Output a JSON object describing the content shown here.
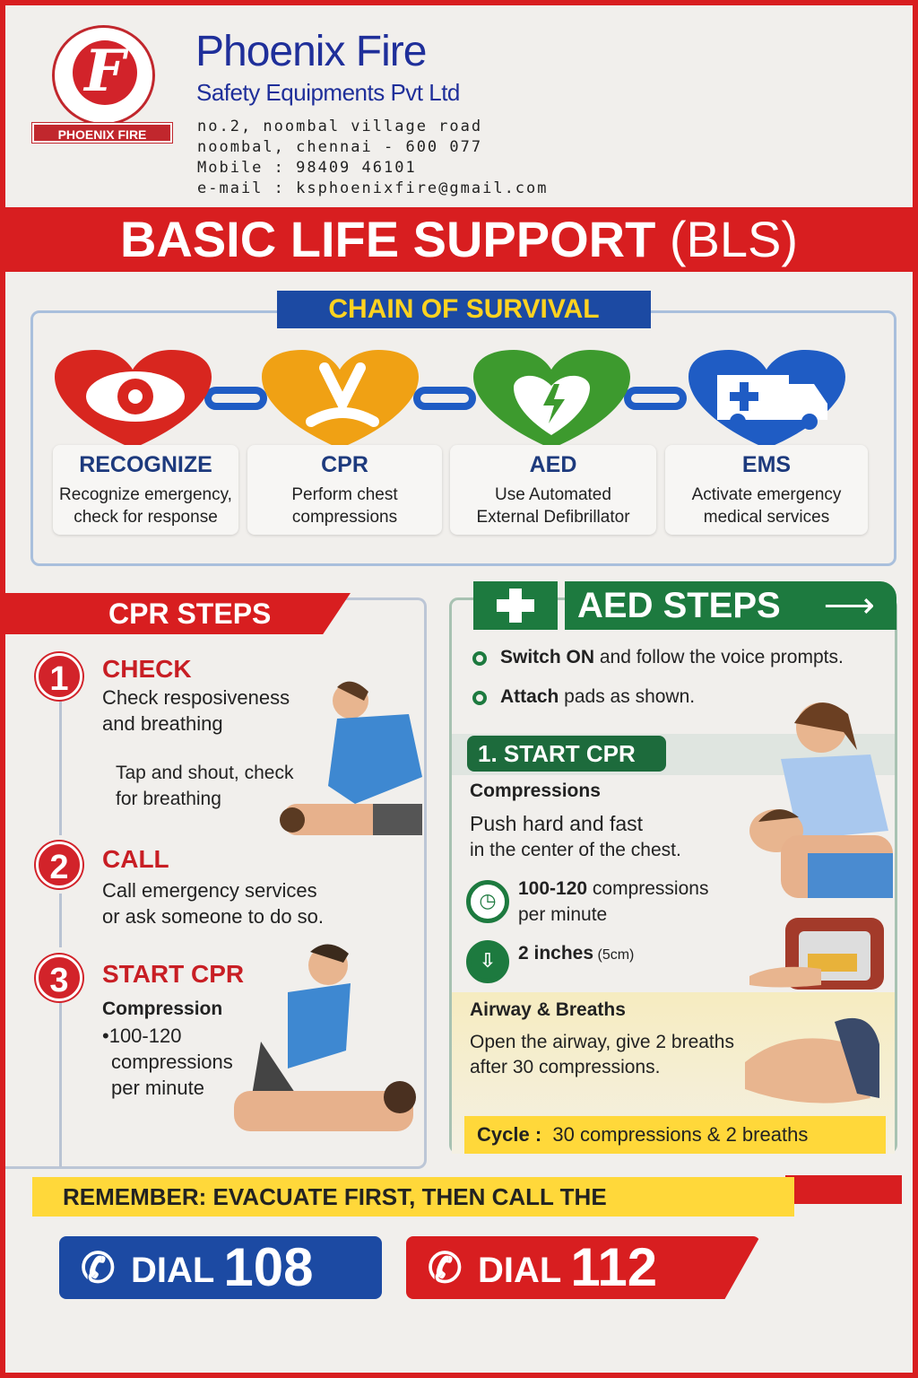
{
  "header": {
    "logo_text": "PHOENIX FIRE",
    "logo_letter": "F",
    "company_name": "Phoenix Fire",
    "company_sub": "Safety Equipments Pvt Ltd",
    "address_line1": "no.2, noombal village road",
    "address_line2": "noombal, chennai - 600 077",
    "mobile": "Mobile : 98409 46101",
    "email": "e-mail : ksphoenixfire@gmail.com"
  },
  "banner": {
    "title": "BASIC LIFE SUPPORT",
    "abbr": "(BLS)"
  },
  "chain": {
    "title": "CHAIN OF SURVIVAL",
    "links": [
      {
        "title": "RECOGNIZE",
        "text1": "Recognize emergency,",
        "text2": "check for response",
        "color": "#d8261f",
        "icon": "eye-icon"
      },
      {
        "title": "CPR",
        "text1": "Perform chest",
        "text2": "compressions",
        "color": "#f0a114",
        "icon": "hands-icon"
      },
      {
        "title": "AED",
        "text1": "Use Automated",
        "text2": "External Defibrillator",
        "color": "#3d9a2e",
        "icon": "heart-bolt-icon"
      },
      {
        "title": "EMS",
        "text1": "Activate emergency",
        "text2": "medical services",
        "color": "#1f5cc4",
        "icon": "ambulance-icon"
      }
    ]
  },
  "cpr_steps": {
    "title": "CPR STEPS",
    "steps": [
      {
        "num": "1",
        "title": "CHECK",
        "text1": "Check resposiveness",
        "text2": "and breathing",
        "note1": "Tap and shout, check",
        "note2": "for breathing"
      },
      {
        "num": "2",
        "title": "CALL",
        "text1": "Call emergency services",
        "text2": "or ask someone to do so."
      },
      {
        "num": "3",
        "title": "START CPR",
        "sub": "Compression",
        "text1": "•100-120",
        "text2": "compressions",
        "text3": "per minute"
      }
    ]
  },
  "aed_steps": {
    "title": "AED STEPS",
    "arrow": "⟶",
    "b1_bold": "Switch ON",
    "b1_rest": " and follow the voice prompts.",
    "b2_bold": "Attach",
    "b2_rest": " pads as shown.",
    "start_cpr": "1. START CPR",
    "compressions": "Compressions",
    "push1": "Push hard and fast",
    "push2": "in the center of the chest.",
    "rate_bold": "100-120",
    "rate_rest": " compressions",
    "rate_line2": "per minute",
    "depth_bold": "2 inches",
    "depth_rest": " (5cm)",
    "airway_title": "Airway & Breaths",
    "airway1": "Open the airway, give 2 breaths",
    "airway2": "after 30 compressions.",
    "cycle_label": "Cycle :",
    "cycle_text": "30 compressions & 2 breaths"
  },
  "footer": {
    "remember": "REMEMBER: EVACUATE FIRST, THEN CALL THE",
    "dial1_label": "DIAL",
    "dial1_num": "108",
    "dial1_color": "#1c4aa3",
    "dial2_label": "DIAL",
    "dial2_num": "112",
    "dial2_color": "#d81e20"
  }
}
